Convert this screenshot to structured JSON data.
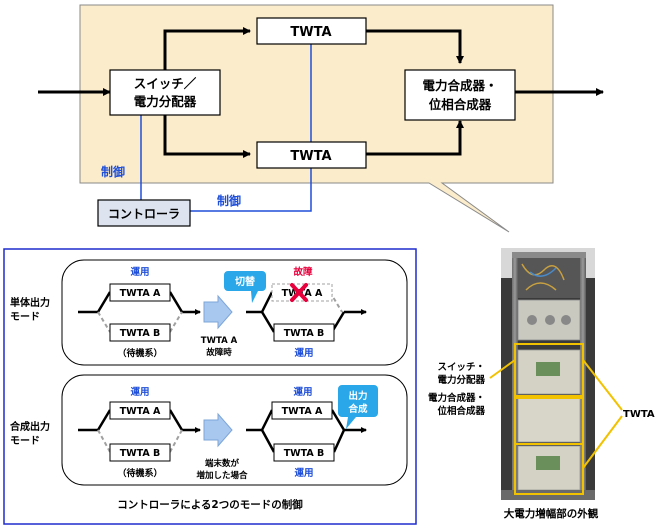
{
  "colors": {
    "panel_fill": "#fbeccb",
    "controller_fill": "#dde4f0",
    "blue": "#1f4fd8",
    "red": "#e8003c",
    "callout_blue": "#2aa7e8",
    "arrow_blue": "#a8c8f0",
    "dashed": "#a0a0a0"
  },
  "top": {
    "switch_divider": [
      "スイッチ／",
      "電力分配器"
    ],
    "combiner": [
      "電力合成器・",
      "位相合成器"
    ],
    "twta_upper": "TWTA",
    "twta_lower": "TWTA",
    "controller": "コントローラ",
    "control_label_left": "制御",
    "control_label_right": "制御"
  },
  "modes": {
    "single": {
      "label": [
        "単体出力",
        "モード"
      ],
      "active_label": "運用",
      "box_a": "TWTA A",
      "box_b": "TWTA B",
      "standby": "（待機系）",
      "condition": [
        "TWTA A",
        "故障時"
      ],
      "switch_callout": "切替",
      "fault_label": "故障",
      "after_active": "運用",
      "after_a": "TWTA A",
      "after_b": "TWTA B"
    },
    "combined": {
      "label": [
        "合成出力",
        "モード"
      ],
      "active_label": "運用",
      "box_a": "TWTA A",
      "box_b": "TWTA B",
      "standby": "（待機系）",
      "condition": [
        "端末数が",
        "増加した場合"
      ],
      "after_active_top": "運用",
      "after_active_bottom": "運用",
      "after_a": "TWTA A",
      "after_b": "TWTA B",
      "output_callout": [
        "出力",
        "合成"
      ]
    },
    "caption": "コントローラによる2つのモードの制御"
  },
  "photo": {
    "label_switch": [
      "スイッチ・",
      "電力分配器"
    ],
    "label_combiner": [
      "電力合成器・",
      "位相合成器"
    ],
    "label_twta": "TWTA",
    "caption": "大電力増幅部の外観"
  }
}
